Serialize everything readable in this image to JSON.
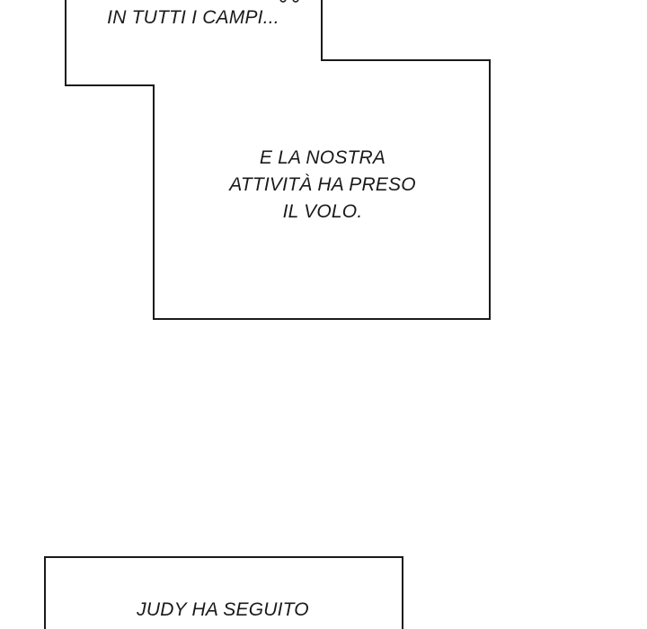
{
  "captions": {
    "top": {
      "lines": [
        "IN TUTTI I CAMPI..."
      ]
    },
    "middle": {
      "lines": [
        "E LA NOSTRA",
        "ATTIVITÀ HA PRESO",
        "IL VOLO."
      ]
    },
    "bottom": {
      "lines": [
        "JUDY HA SEGUITO"
      ]
    }
  },
  "colors": {
    "border": "#1a1a1a",
    "text": "#1a1a1a",
    "background": "#ffffff"
  }
}
